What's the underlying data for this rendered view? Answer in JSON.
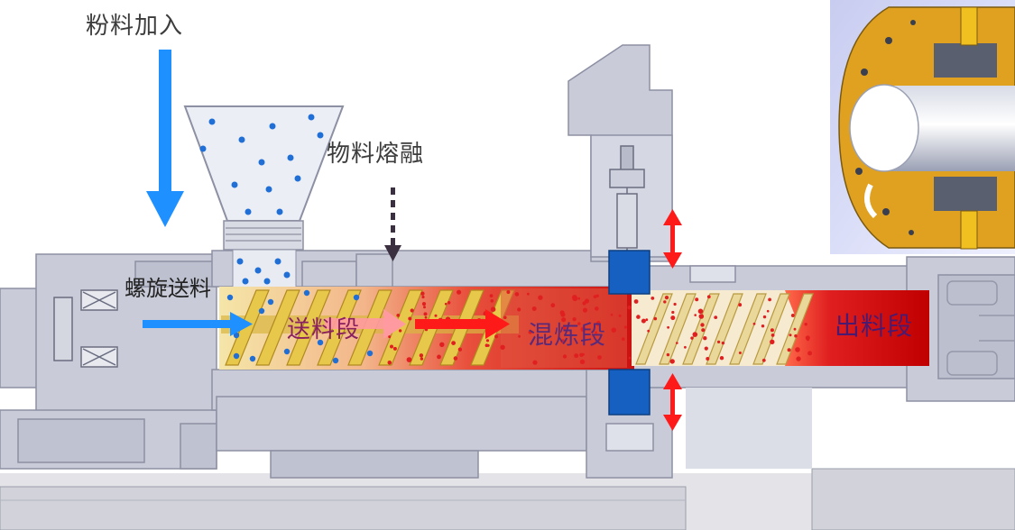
{
  "labels": {
    "powder_feed": "粉料加入",
    "material_melting": "物料熔融",
    "screw_conveying": "螺旋送料",
    "feeding_section": "送料段",
    "mixing_section": "混炼段",
    "discharge_section": "出料段"
  },
  "colors": {
    "arrow_blue": "#1e90ff",
    "arrow_red": "#ff1a1a",
    "machine_gray": "#c9ccd8",
    "screw_yellow": "#e8c84a",
    "seal_blue": "#1560c0",
    "inset_gold": "#e0a020"
  }
}
